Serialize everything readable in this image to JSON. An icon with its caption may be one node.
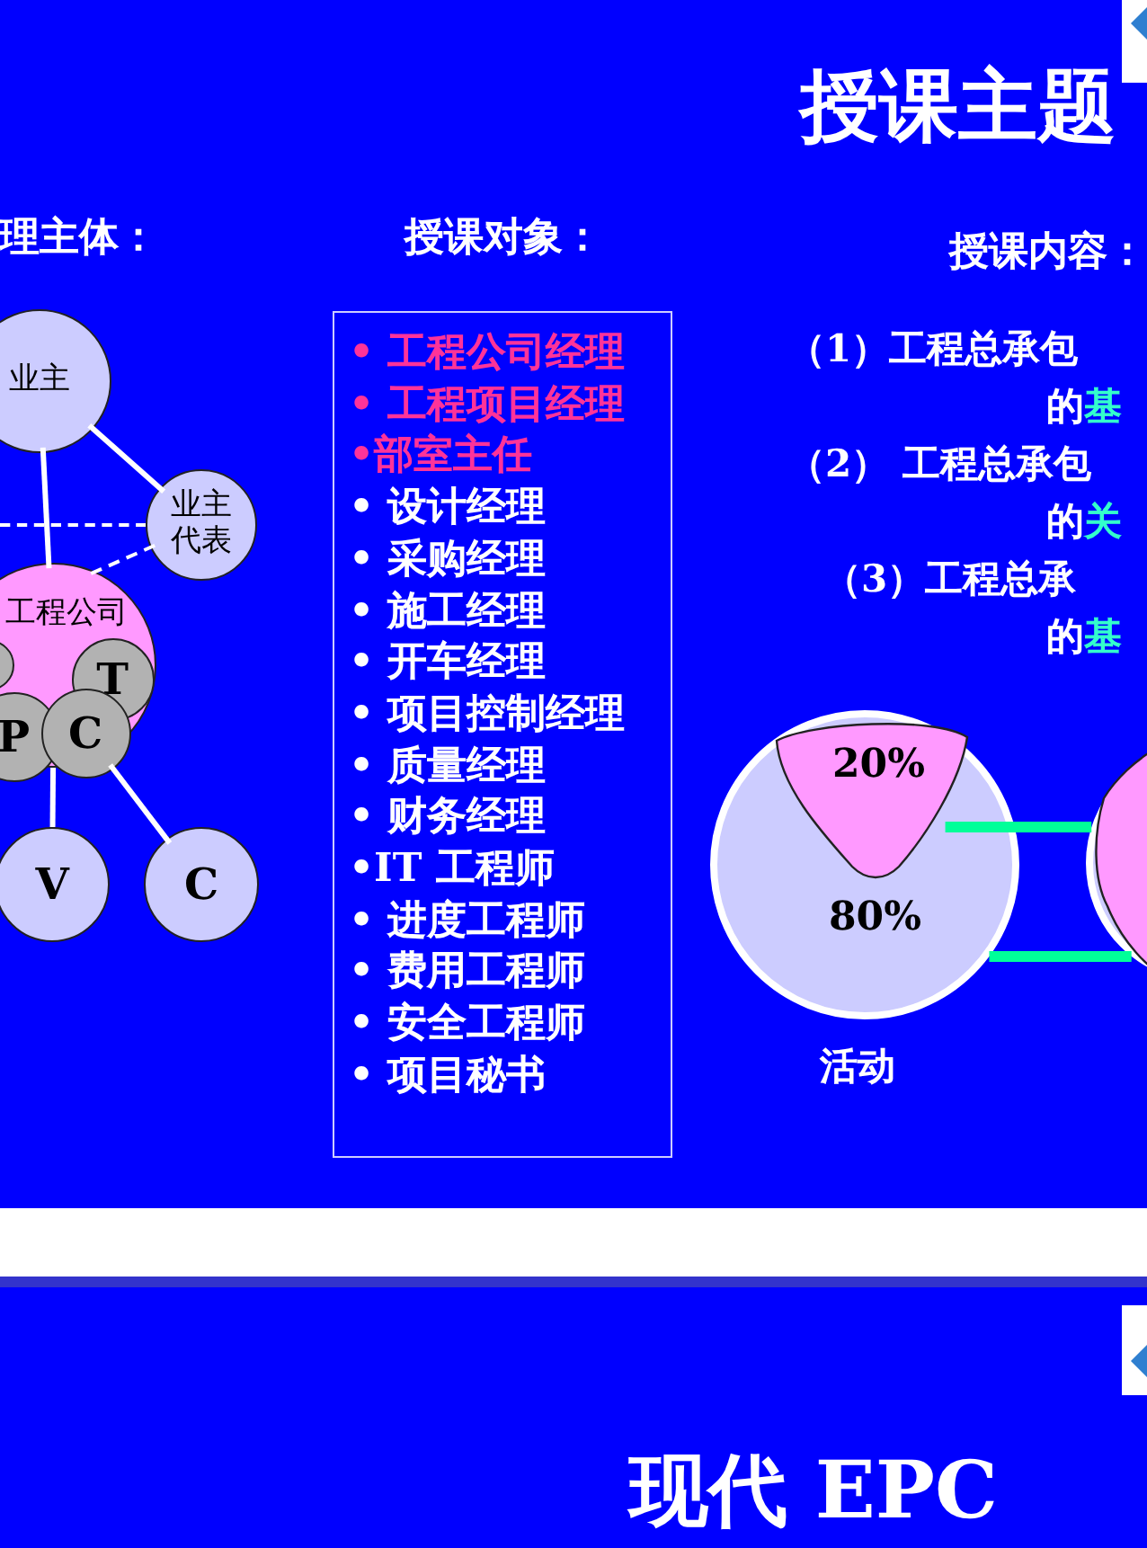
{
  "diagram": {
    "title": "授课主题",
    "nodes": [
      {
        "text": [
          "业主"
        ]
      },
      {
        "text": [
          "业主代表"
        ]
      },
      {
        "text": [
          "工程公司"
        ]
      },
      {
        "text": [],
        "shape": "circle",
        "in": 2
      },
      {
        "text": [
          "T"
        ],
        "in": 2
      },
      {
        "text": [
          "P"
        ],
        "in": 2
      },
      {
        "text": [
          "C"
        ],
        "in": 2
      },
      {
        "text": [
          "V"
        ]
      },
      {
        "text": [
          "C"
        ]
      },
      {
        "text": [
          "• 工程公司经理",
          "• 工程项目经理",
          "•部室主任",
          "• 设计经理",
          "• 采购经理",
          "• 施工经理",
          "• 开车经理",
          "• 项目控制经理",
          "• 质量经理",
          "• 财务经理",
          "•IT 工程师",
          "• 进度工程师",
          "• 费用工程师",
          "• 安全工程师",
          "• 项目秘书"
        ]
      },
      {
        "text": [
          "80%"
        ],
        "beside": [
          "活动"
        ]
      },
      {
        "text": [
          "20%"
        ],
        "in": 10
      },
      {
        "text": [],
        "shape": "circle"
      }
    ],
    "edges": [
      {
        "from": 0,
        "to": 2,
        "arrow": "none"
      },
      {
        "from": 0,
        "to": 1,
        "arrow": "none"
      },
      {
        "from": 1,
        "to": 2,
        "arrow": "none",
        "style": "dashed"
      },
      {
        "from": null,
        "to": 1,
        "arrow": "none",
        "style": "dashed"
      },
      {
        "from": 2,
        "to": 7,
        "arrow": "none"
      },
      {
        "from": 6,
        "to": 8,
        "arrow": "none"
      },
      {
        "from": 11,
        "to": 12,
        "arrow": "none",
        "style": "thick",
        "color": "#00ff99"
      },
      {
        "from": 10,
        "to": 12,
        "arrow": "none",
        "style": "thick",
        "color": "#00ff99"
      }
    ],
    "labels": [
      "理主体：",
      "授课对象：",
      "授课内容：",
      "（1）工程总承包",
      "的",
      "基",
      "（2） 工程总承包",
      "的",
      "关",
      "（3）工程总承",
      "的",
      "基",
      "现代 EPC"
    ]
  }
}
